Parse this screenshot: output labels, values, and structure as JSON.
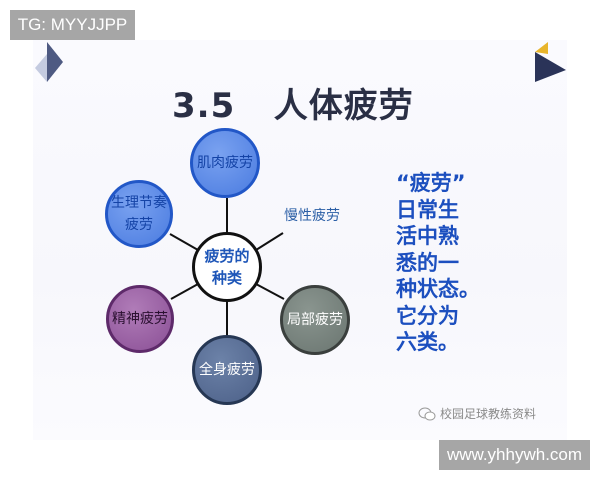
{
  "badges": {
    "top_left": "TG: MYYJJPP",
    "bottom_right": "www.yhhywh.com"
  },
  "slide": {
    "title": "3.5   人体疲劳",
    "colors": {
      "title": "#2a2f45",
      "accent_blue": "#1c4fbf",
      "deco_navy": "#2a3358",
      "deco_yellow": "#e8b52c"
    },
    "diagram": {
      "center": {
        "line1": "疲劳的",
        "line2": "种类"
      },
      "nodes": {
        "muscle": "肌肉疲劳",
        "rhythm_line1": "生理节奏",
        "rhythm_line2": "疲劳",
        "mental": "精神疲劳",
        "local": "局部疲劳",
        "whole": "全身疲劳",
        "chronic": "慢性疲劳"
      }
    },
    "description": {
      "lines": [
        "“疲劳”",
        "日常生",
        "活中熟",
        "悉的一",
        "种状态。",
        "它分为",
        "六类。"
      ]
    },
    "watermark": {
      "icon": "wechat-icon",
      "text": "校园足球教练资料"
    }
  }
}
